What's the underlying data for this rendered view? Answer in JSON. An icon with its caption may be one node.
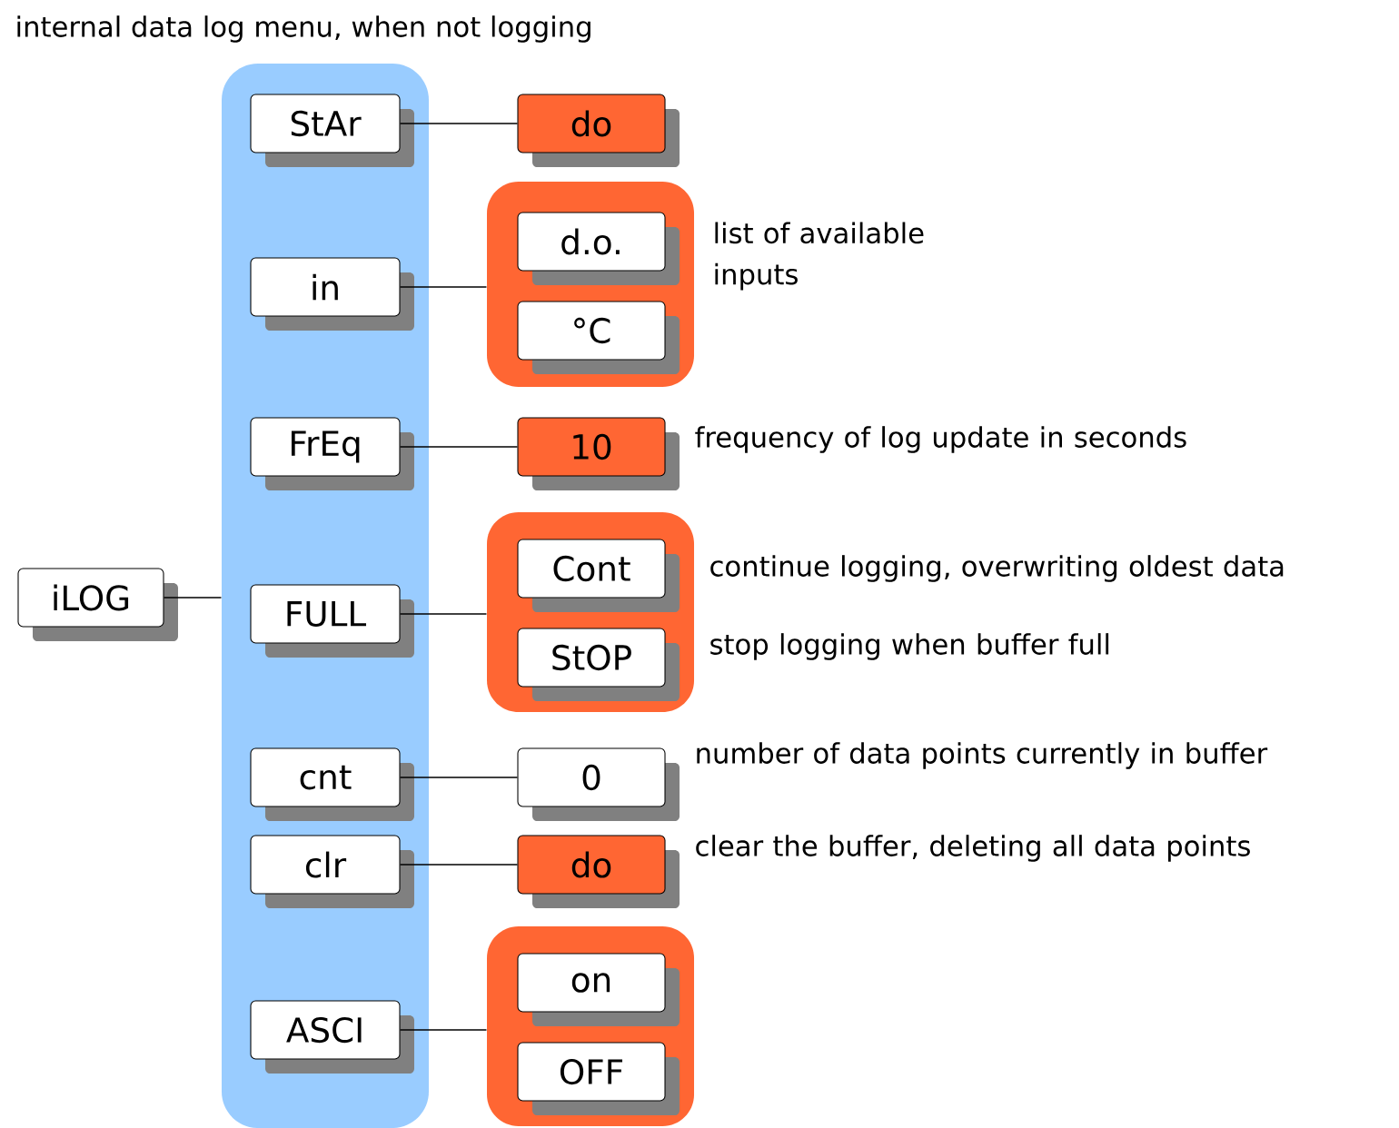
{
  "diagram": {
    "title": "internal data log menu, when not logging",
    "nodes": [
      {
        "text": [],
        "shape": "bar"
      },
      {
        "text": [
          "StAr"
        ],
        "in": 0
      },
      {
        "text": [
          "in"
        ],
        "in": 0
      },
      {
        "text": [
          "FrEq"
        ],
        "in": 0
      },
      {
        "text": [
          "FULL"
        ],
        "in": 0
      },
      {
        "text": [
          "cnt"
        ],
        "in": 0
      },
      {
        "text": [
          "clr"
        ],
        "in": 0
      },
      {
        "text": [
          "ASCI"
        ],
        "in": 0
      },
      {
        "text": [
          "iLOG"
        ]
      },
      {
        "text": [
          "do"
        ]
      },
      {
        "text": [],
        "shape": "box",
        "beside": [
          "list of available inputs"
        ]
      },
      {
        "text": [
          "d.o."
        ],
        "in": 10
      },
      {
        "text": [
          "°C"
        ],
        "in": 10
      },
      {
        "text": [
          "10"
        ],
        "beside": [
          "frequency of log update in seconds"
        ]
      },
      {
        "text": [],
        "shape": "box"
      },
      {
        "text": [
          "Cont"
        ],
        "in": 14,
        "beside": [
          "continue logging, overwriting oldest data"
        ]
      },
      {
        "text": [
          "StOP"
        ],
        "in": 14,
        "beside": [
          "stop logging when buffer full"
        ]
      },
      {
        "text": [
          "0"
        ],
        "beside": [
          "number of data points currently in buffer"
        ]
      },
      {
        "text": [
          "do"
        ],
        "beside": [
          "clear the buffer, deleting all data points"
        ]
      },
      {
        "text": [],
        "shape": "box"
      },
      {
        "text": [
          "on"
        ],
        "in": 19
      },
      {
        "text": [
          "OFF"
        ],
        "in": 19
      }
    ],
    "edges": [
      {
        "from": 8,
        "to": 0,
        "arrow": "none"
      },
      {
        "from": 1,
        "to": 9,
        "arrow": "none"
      },
      {
        "from": 2,
        "to": 10,
        "arrow": "none"
      },
      {
        "from": 3,
        "to": 13,
        "arrow": "none"
      },
      {
        "from": 4,
        "to": 14,
        "arrow": "none"
      },
      {
        "from": 5,
        "to": 17,
        "arrow": "none"
      },
      {
        "from": 6,
        "to": 18,
        "arrow": "none"
      },
      {
        "from": 7,
        "to": 19,
        "arrow": "none"
      }
    ]
  }
}
